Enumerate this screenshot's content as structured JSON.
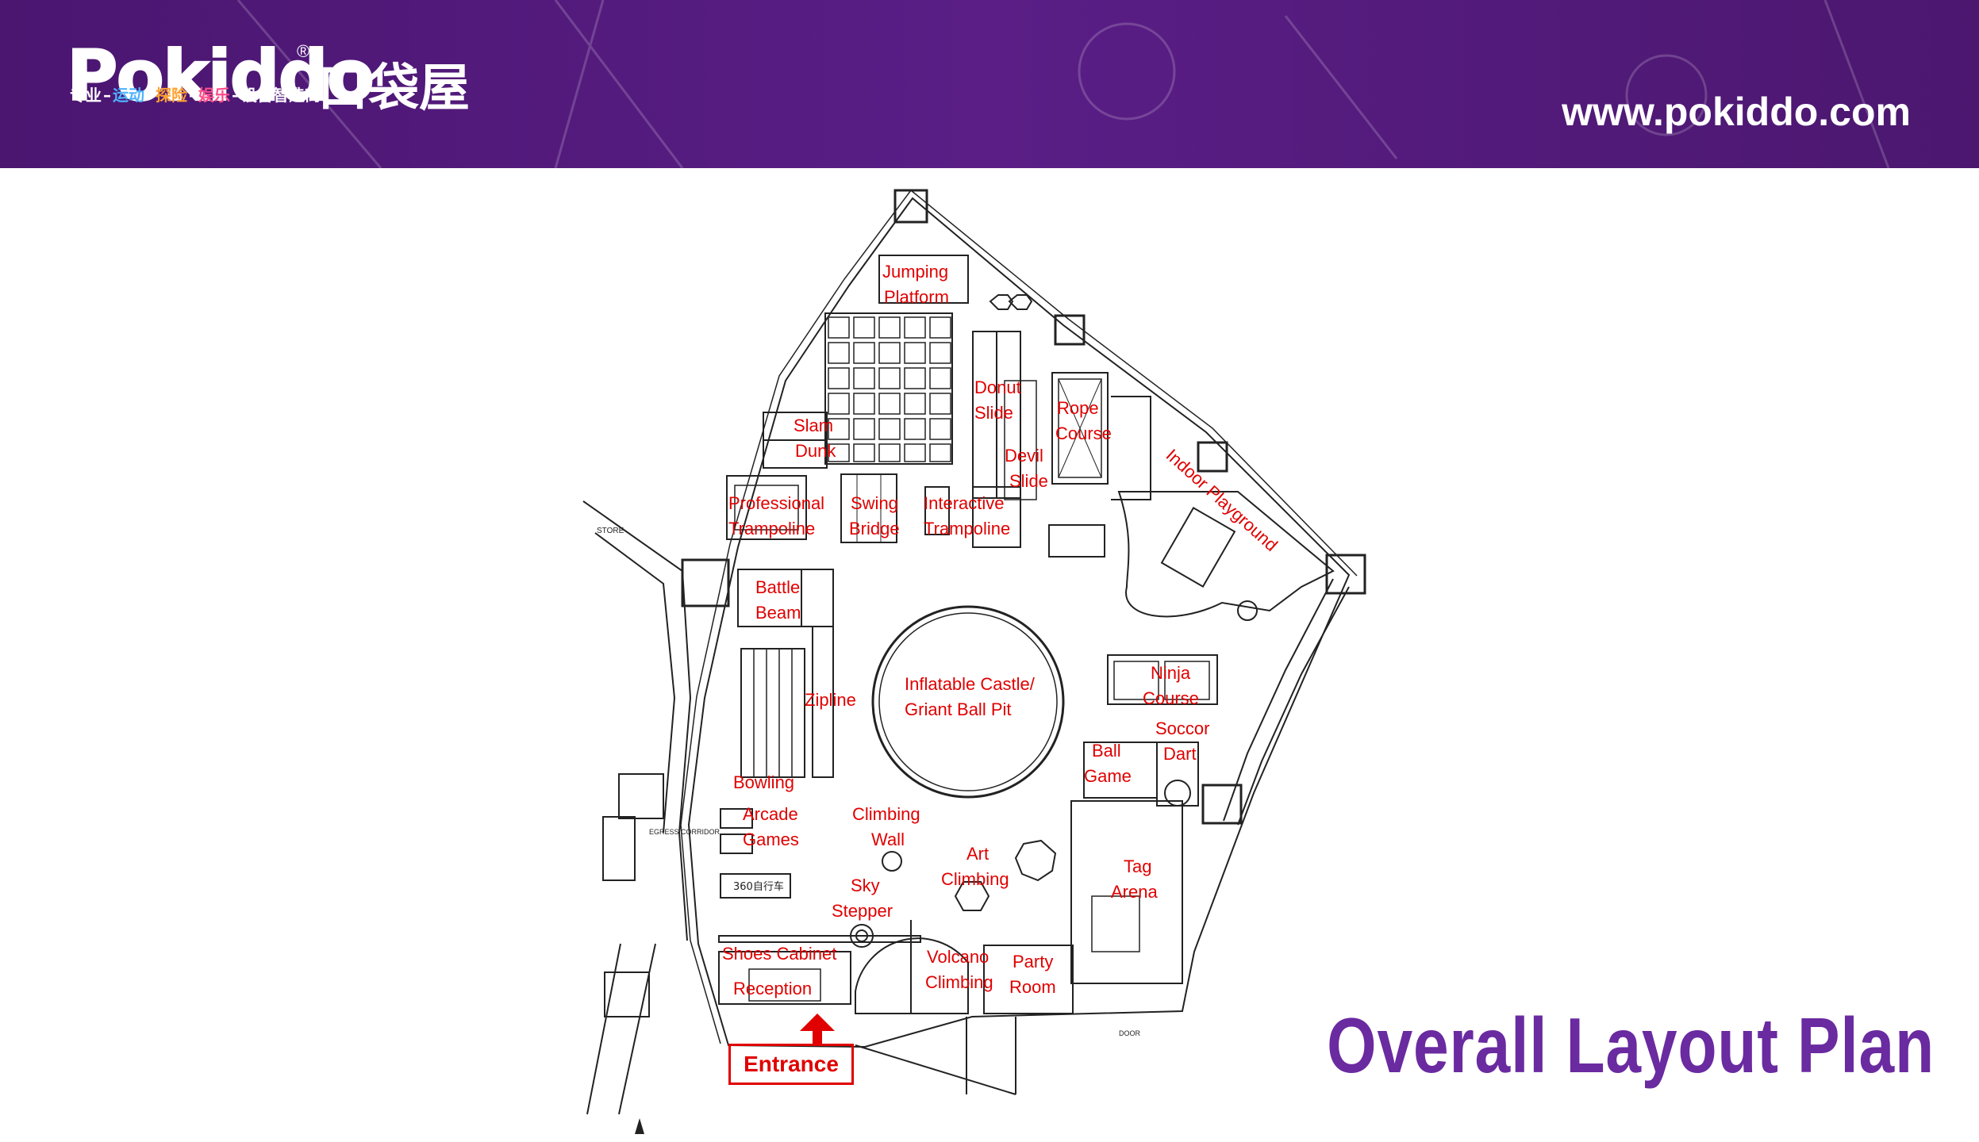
{
  "header": {
    "logo_text": "Pokiddo",
    "logo_registered": "®",
    "logo_chinese": "口袋屋",
    "tagline_parts": [
      "专业",
      "运动",
      "探险",
      "娱乐",
      "设备智造商"
    ],
    "website": "www.pokiddo.com"
  },
  "title": "Overall Layout Plan",
  "entrance": "Entrance",
  "labels": {
    "jumping_1": "Jumping",
    "jumping_2": "Platform",
    "slam_1": "Slam",
    "slam_2": "Dunk",
    "donut_1": "Donut",
    "donut_2": "Slide",
    "rope_1": "Rope",
    "rope_2": "Course",
    "devil_1": "Devil",
    "devil_2": "Slide",
    "indoor": "Indoor Playground",
    "pro_1": "Professional",
    "pro_2": "Trampoline",
    "swing_1": "Swing",
    "swing_2": "Bridge",
    "inter_1": "Interactive",
    "inter_2": "Trampoline",
    "battle_1": "Battle",
    "battle_2": "Beam",
    "inflatable_1": "Inflatable Castle/",
    "inflatable_2": "Griant Ball Pit",
    "ninja_1": "Ninja",
    "ninja_2": "Course",
    "zipline": "Zipline",
    "soccer_1": "Soccor",
    "soccer_2": "Dart",
    "ball_1": "Ball",
    "ball_2": "Game",
    "bowling": "Bowling",
    "arcade_1": "Arcade",
    "arcade_2": "Games",
    "climbing_1": "Climbing",
    "climbing_2": "Wall",
    "art_1": "Art",
    "art_2": "Climbing",
    "tag_1": "Tag",
    "tag_2": "Arena",
    "sky_1": "Sky",
    "sky_2": "Stepper",
    "shoes": "Shoes Cabinet",
    "volcano_1": "Volcano",
    "volcano_2": "Climbing",
    "party_1": "Party",
    "party_2": "Room",
    "reception": "Reception"
  },
  "plan_small_text": {
    "bike": "360自行车",
    "store": "STORE",
    "corridor": "EGRESS CORRIDOR",
    "door": "DOOR"
  }
}
